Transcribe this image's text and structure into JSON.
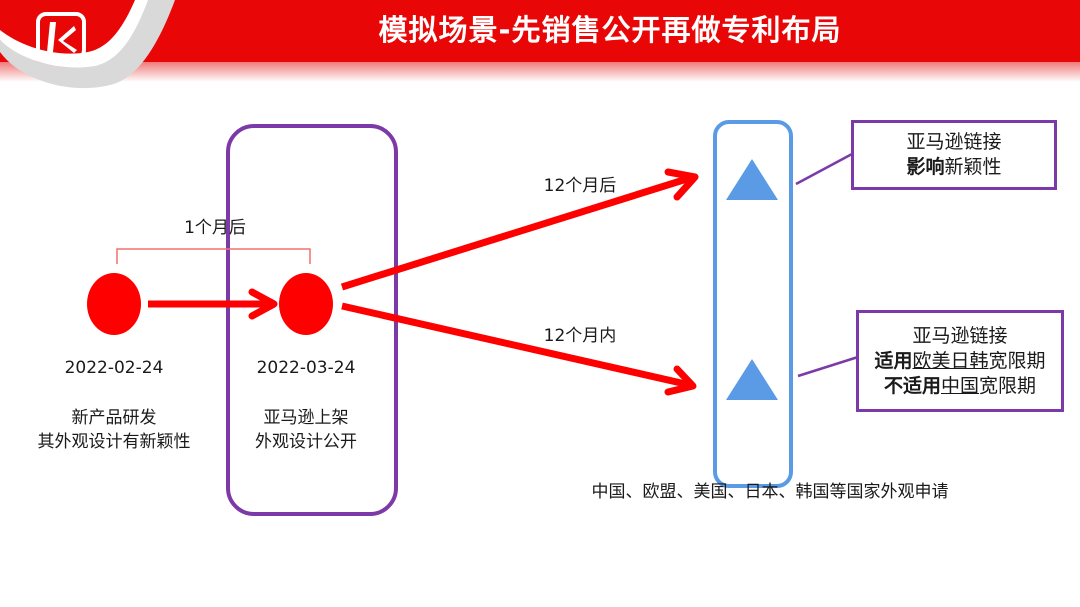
{
  "header": {
    "title": "模拟场景-先销售公开再做专利布局",
    "logo_icon": "k-logo-icon",
    "color": "#e80606"
  },
  "timeline": {
    "gap_label": "1个月后",
    "nodes": [
      {
        "date": "2022-02-24",
        "line1": "新产品研发",
        "line2": "其外观设计有新颖性"
      },
      {
        "date": "2022-03-24",
        "line1": "亚马逊上架",
        "line2": "外观设计公开"
      }
    ],
    "branches": [
      {
        "label": "12个月后"
      },
      {
        "label": "12个月内"
      }
    ]
  },
  "applications": {
    "caption": "中国、欧盟、美国、日本、韩国等国家外观申请"
  },
  "callouts": {
    "top": {
      "line1": "亚马逊链接",
      "line2_bold": "影响",
      "line2_rest": "新颖性"
    },
    "bottom": {
      "line1": "亚马逊链接",
      "line2_bold": "适用",
      "line2_underline": "欧美日韩",
      "line2_rest": "宽限期",
      "line3_bold": "不适用",
      "line3_underline": "中国",
      "line3_rest": "宽限期"
    }
  },
  "colors": {
    "arrow_red": "#ff0000",
    "purple": "#7b3aa8",
    "blue": "#5b9be6"
  }
}
